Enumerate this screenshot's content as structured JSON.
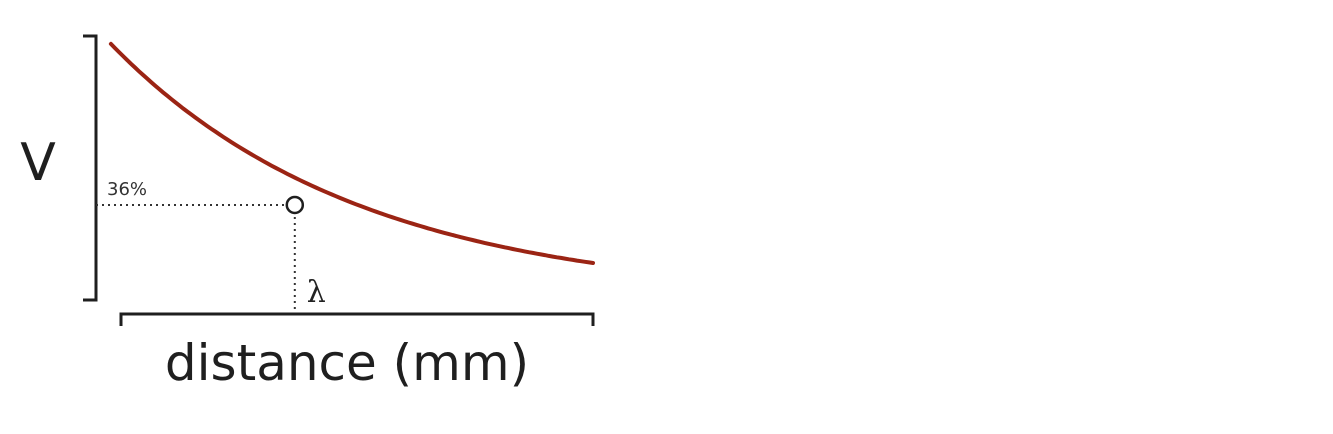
{
  "chart_data": {
    "type": "line",
    "xlabel": "distance (mm)",
    "ylabel": "V",
    "series": [
      {
        "color": "#9b2414",
        "function": "exponential-decay",
        "x": [
          0.03,
          0.1,
          0.2,
          0.3,
          0.4,
          0.5,
          0.6,
          0.7,
          0.8,
          0.9,
          1.0
        ],
        "y": [
          0.97,
          0.82,
          0.67,
          0.55,
          0.45,
          0.37,
          0.3,
          0.25,
          0.2,
          0.17,
          0.14
        ]
      }
    ],
    "annotations": {
      "percent_label": "36%",
      "length_constant_label": "λ",
      "marker": {
        "x": 0.4,
        "y": 0.36
      }
    },
    "grid": false,
    "legend": "none"
  }
}
